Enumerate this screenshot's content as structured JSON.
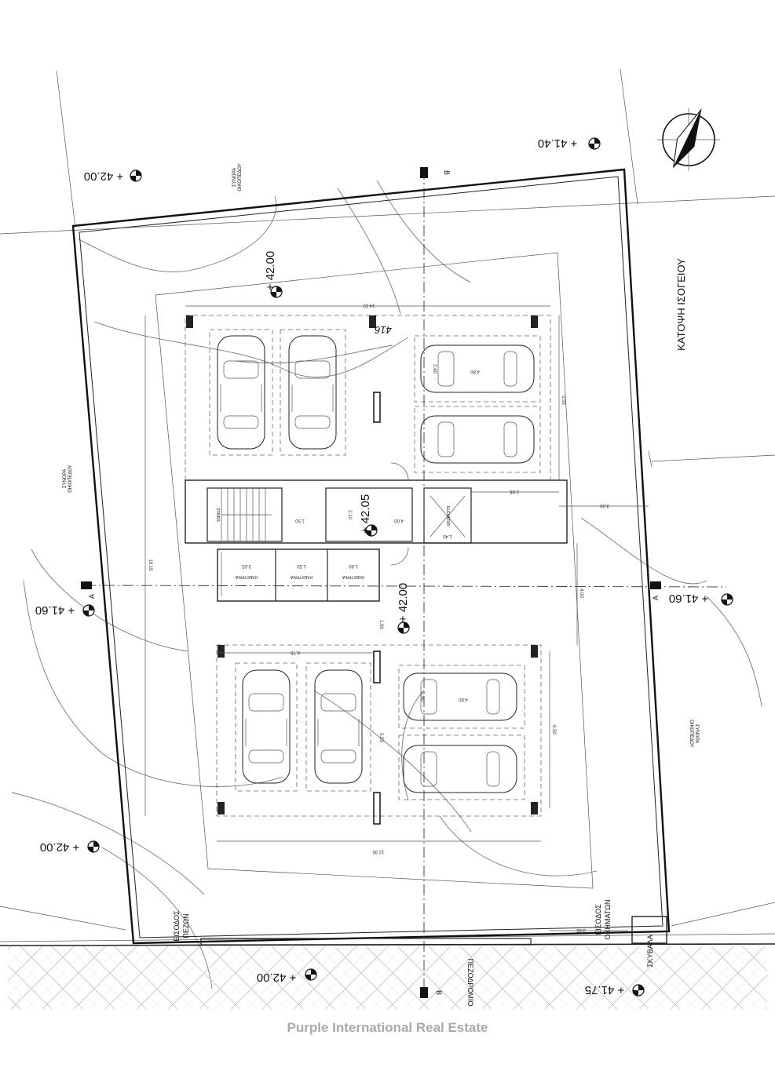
{
  "title": "ΚΑΤΟΨΗ ΙΣΟΓΕΙΟΥ",
  "boundary_label_line1": "ΣΥΝΟΡΑ",
  "boundary_label_line2": "ΟΙΚΟΠΕΔΟΥ",
  "elevations": {
    "top_left": "+ 42.00",
    "top_right": "+ 41.40",
    "top_center": "+ 42.00",
    "center": "+ 42.05",
    "left_mid": "+ 41.60",
    "right_mid": "+ 41.60",
    "lower_center": "+ 42.00",
    "bottom_left": "+ 42.00",
    "bottom_center": "+ 42.00",
    "bottom_right": "+ 41.75"
  },
  "sections": {
    "a": "A",
    "b": "B"
  },
  "rooms": {
    "stairs": "STAIRS",
    "elevator": "ELEVATOR",
    "electrical_1": "ΗΛΕΚΤΡ/ΚΑ",
    "electrical_2": "ΗΛΕΚΤΡ/ΚΑ",
    "electrical_3": "ΗΛΕΚΤΡ/ΚΑ"
  },
  "labels": {
    "pedestrian_entrance_line1": "ΕΙΣΟΔΟΣ",
    "pedestrian_entrance_line2": "ΠΕΖΩΝ",
    "vehicle_entrance_line1": "ΕΙΣΟΔΟΣ",
    "vehicle_entrance_line2": "ΟΧΗΜΑΤΩΝ",
    "sidewalk": "ΠΕΖΟΔΡΟΜΙΟ",
    "bins": "ΣΚΥΒΑΛΑ",
    "column_mark": "416"
  },
  "dimensions": {
    "top_width": "14.10",
    "total_depth": "19.15",
    "right_depth": "5.55",
    "gap_right": "3.00",
    "lower_right_depth": "6.50",
    "mid_depth": "4.00",
    "car_length_1": "4.80",
    "car_width_1": "2.40",
    "car_length_2": "4.80",
    "car_width_2": "2.40",
    "corridor_width": "2.95",
    "stair_d1": "1.50",
    "stair_d2": "2.10",
    "lobby_d1": "4.00",
    "elevator_w": "1.40",
    "elec_w1": "2.05",
    "elec_w2": "1.50",
    "elec_w3": "1.90",
    "passage": "1.90",
    "lower_width": "8.75",
    "lower_depth": "5.55",
    "bottom_width": "12.35",
    "gate_width": "3.65"
  },
  "footer": "Purple International Real Estate"
}
